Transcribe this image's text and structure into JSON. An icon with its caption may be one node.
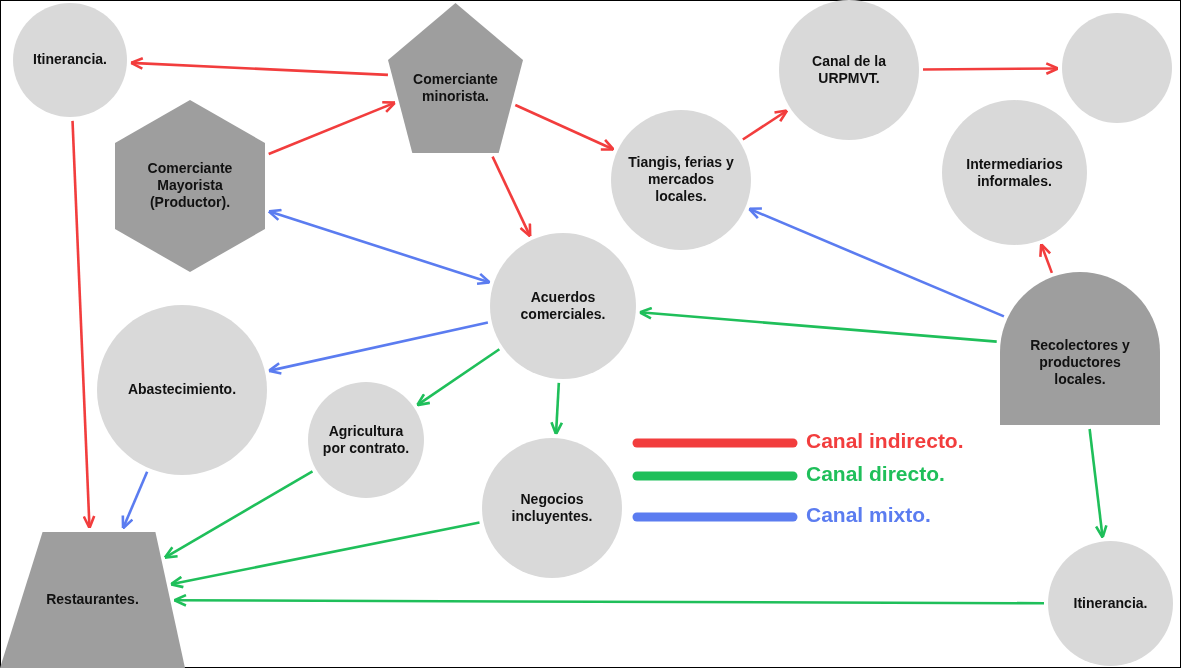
{
  "diagram": {
    "nodes": [
      {
        "text": [
          "Itinerancia."
        ]
      },
      {
        "text": [
          "Comerciante minorista."
        ]
      },
      {
        "text": [
          "Canal de la URPMVT."
        ]
      },
      {
        "text": [],
        "shape": "circle"
      },
      {
        "text": [
          "Comerciante Mayorista (Productor)."
        ]
      },
      {
        "text": [
          "Tiangis, ferias y mercados locales."
        ]
      },
      {
        "text": [
          "Intermediarios informales."
        ]
      },
      {
        "text": [
          "Acuerdos comerciales."
        ]
      },
      {
        "text": [
          "Recolectores y productores locales."
        ]
      },
      {
        "text": [
          "Abastecimiento."
        ]
      },
      {
        "text": [
          "Agricultura por contrato."
        ]
      },
      {
        "text": [
          "Negocios incluyentes."
        ]
      },
      {
        "text": [
          "Restaurantes."
        ]
      },
      {
        "text": [
          "Itinerancia."
        ]
      }
    ],
    "edges": [
      {
        "from": 1,
        "to": 0,
        "arrow": "to",
        "color": "#f23d3d"
      },
      {
        "from": 4,
        "to": 1,
        "arrow": "to",
        "color": "#f23d3d"
      },
      {
        "from": 1,
        "to": 5,
        "arrow": "to",
        "color": "#f23d3d"
      },
      {
        "from": 1,
        "to": 7,
        "arrow": "to",
        "color": "#f23d3d"
      },
      {
        "from": 5,
        "to": 2,
        "arrow": "to",
        "color": "#f23d3d"
      },
      {
        "from": 2,
        "to": 3,
        "arrow": "to",
        "color": "#f23d3d"
      },
      {
        "from": 0,
        "to": 12,
        "arrow": "to",
        "color": "#f23d3d"
      },
      {
        "from": 8,
        "to": 6,
        "arrow": "to",
        "color": "#f23d3d"
      },
      {
        "from": 7,
        "to": 4,
        "arrow": "both",
        "color": "#5b7cf0"
      },
      {
        "from": 8,
        "to": 5,
        "arrow": "to",
        "color": "#5b7cf0"
      },
      {
        "from": 7,
        "to": 9,
        "arrow": "to",
        "color": "#5b7cf0"
      },
      {
        "from": 9,
        "to": 12,
        "arrow": "to",
        "color": "#5b7cf0"
      },
      {
        "from": 8,
        "to": 7,
        "arrow": "to",
        "color": "#1fbf5a"
      },
      {
        "from": 7,
        "to": 10,
        "arrow": "to",
        "color": "#1fbf5a"
      },
      {
        "from": 7,
        "to": 11,
        "arrow": "to",
        "color": "#1fbf5a"
      },
      {
        "from": 10,
        "to": 12,
        "arrow": "to",
        "color": "#1fbf5a"
      },
      {
        "from": 11,
        "to": 12,
        "arrow": "to",
        "color": "#1fbf5a"
      },
      {
        "from": 13,
        "to": 12,
        "arrow": "to",
        "color": "#1fbf5a"
      },
      {
        "from": 8,
        "to": 13,
        "arrow": "to",
        "color": "#1fbf5a"
      }
    ],
    "legend": [
      {
        "text": "Canal indirecto.",
        "color": "#f23d3d"
      },
      {
        "text": "Canal directo.",
        "color": "#1fbf5a"
      },
      {
        "text": "Canal mixto.",
        "color": "#5b7cf0"
      }
    ]
  }
}
